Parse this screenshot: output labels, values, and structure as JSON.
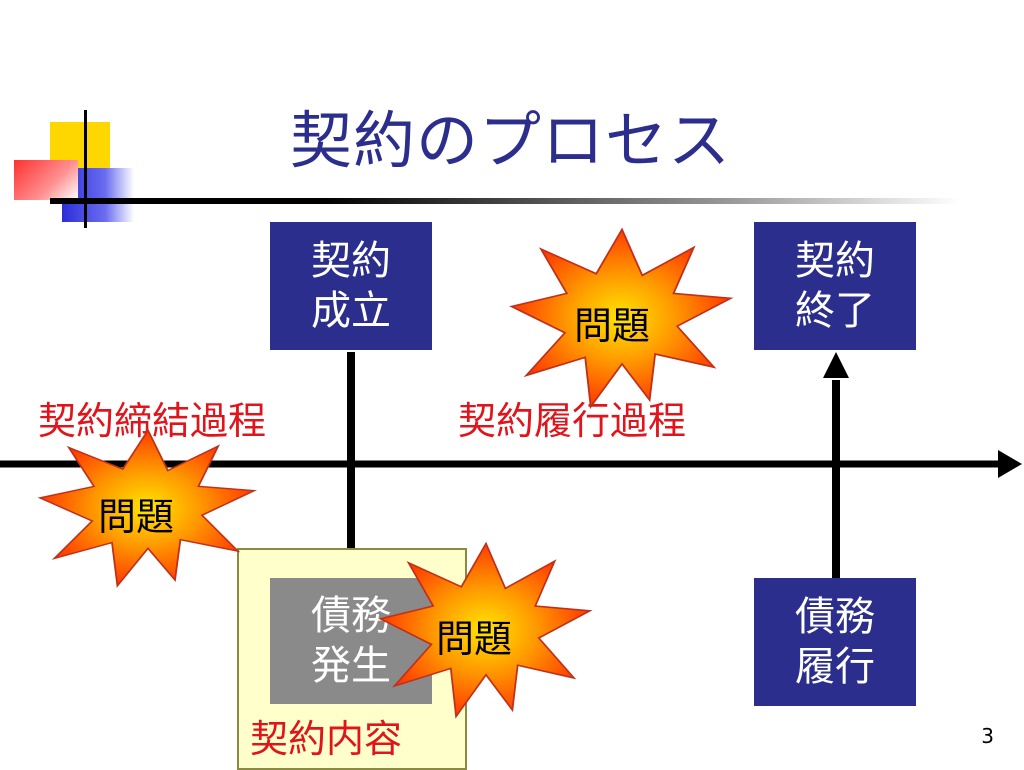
{
  "slide": {
    "title": "契約のプロセス",
    "page_number": "3"
  },
  "boxes": {
    "contract_formation": "契約\n成立",
    "contract_end": "契約\n終了",
    "obligation_arise": "債務\n発生",
    "obligation_perform": "債務\n履行"
  },
  "labels": {
    "conclusion_process": "契約締結過程",
    "performance_process": "契約履行過程",
    "contract_content": "契約内容"
  },
  "bursts": {
    "problem_1": "問題",
    "problem_2": "問題",
    "problem_3": "問題"
  },
  "colors": {
    "title": "#2b2e8c",
    "box_blue": "#2b2e8c",
    "box_grey": "#8a8a8a",
    "label_red": "#e0141a",
    "content_panel": "#ffffcc"
  }
}
